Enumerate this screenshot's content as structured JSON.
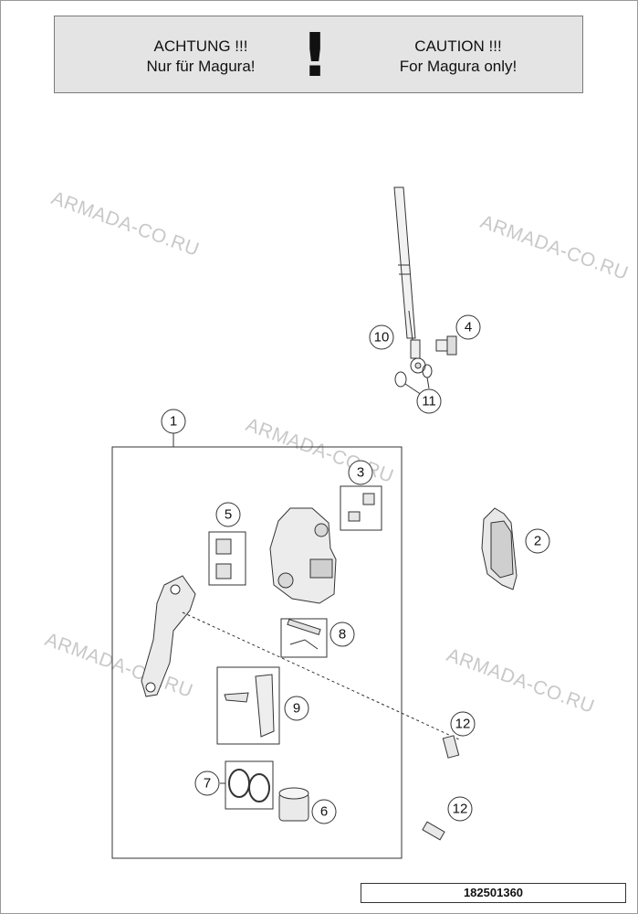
{
  "warning": {
    "de_title": "ACHTUNG !!!",
    "de_text": "Nur für Magura!",
    "symbol": "!",
    "en_title": "CAUTION !!!",
    "en_text": "For Magura only!"
  },
  "watermark": "ARMADA-CO.RU",
  "callouts": [
    "1",
    "2",
    "3",
    "4",
    "5",
    "6",
    "7",
    "8",
    "9",
    "10",
    "11",
    "12",
    "12"
  ],
  "reference_number": "182501360"
}
